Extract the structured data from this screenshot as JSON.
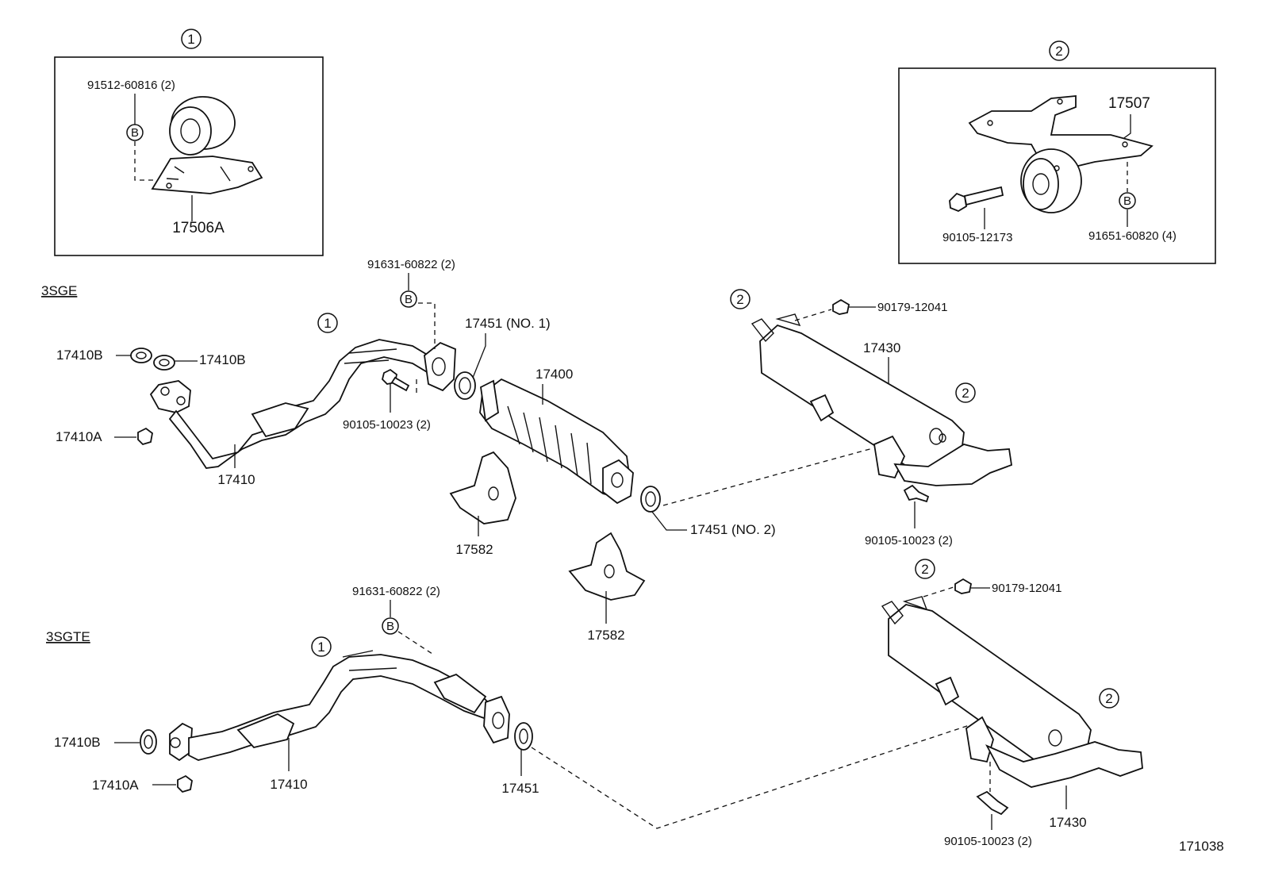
{
  "diagram": {
    "doc_number": "171038",
    "ref_marks": {
      "one": "1",
      "two": "2",
      "bolt": "B"
    },
    "inset1": {
      "bolt_label": "91512-60816 (2)",
      "part_label": "17506A"
    },
    "inset2": {
      "part_label": "17507",
      "bolt_label": "90105-12173",
      "bolt2_label": "91651-60820 (4)"
    },
    "section_3sge": {
      "title": "3SGE",
      "labels": {
        "gasket_b_left": "17410B",
        "gasket_b_right": "17410B",
        "nut_a": "17410A",
        "front_pipe": "17410",
        "bolt_top": "91631-60822 (2)",
        "bolt_mid": "90105-10023 (2)",
        "gasket_no1": "17451 (NO. 1)",
        "converter": "17400",
        "bracket_a": "17582",
        "bracket_b": "17582",
        "gasket_no2": "17451 (NO. 2)",
        "nut_top": "90179-12041",
        "muffler": "17430",
        "bolt_muffler": "90105-10023 (2)"
      }
    },
    "section_3sgte": {
      "title": "3SGTE",
      "labels": {
        "bolt_top": "91631-60822 (2)",
        "gasket_b": "17410B",
        "nut_a": "17410A",
        "front_pipe": "17410",
        "gasket": "17451",
        "nut_top": "90179-12041",
        "muffler": "17430",
        "bolt_muffler": "90105-10023 (2)"
      }
    }
  }
}
